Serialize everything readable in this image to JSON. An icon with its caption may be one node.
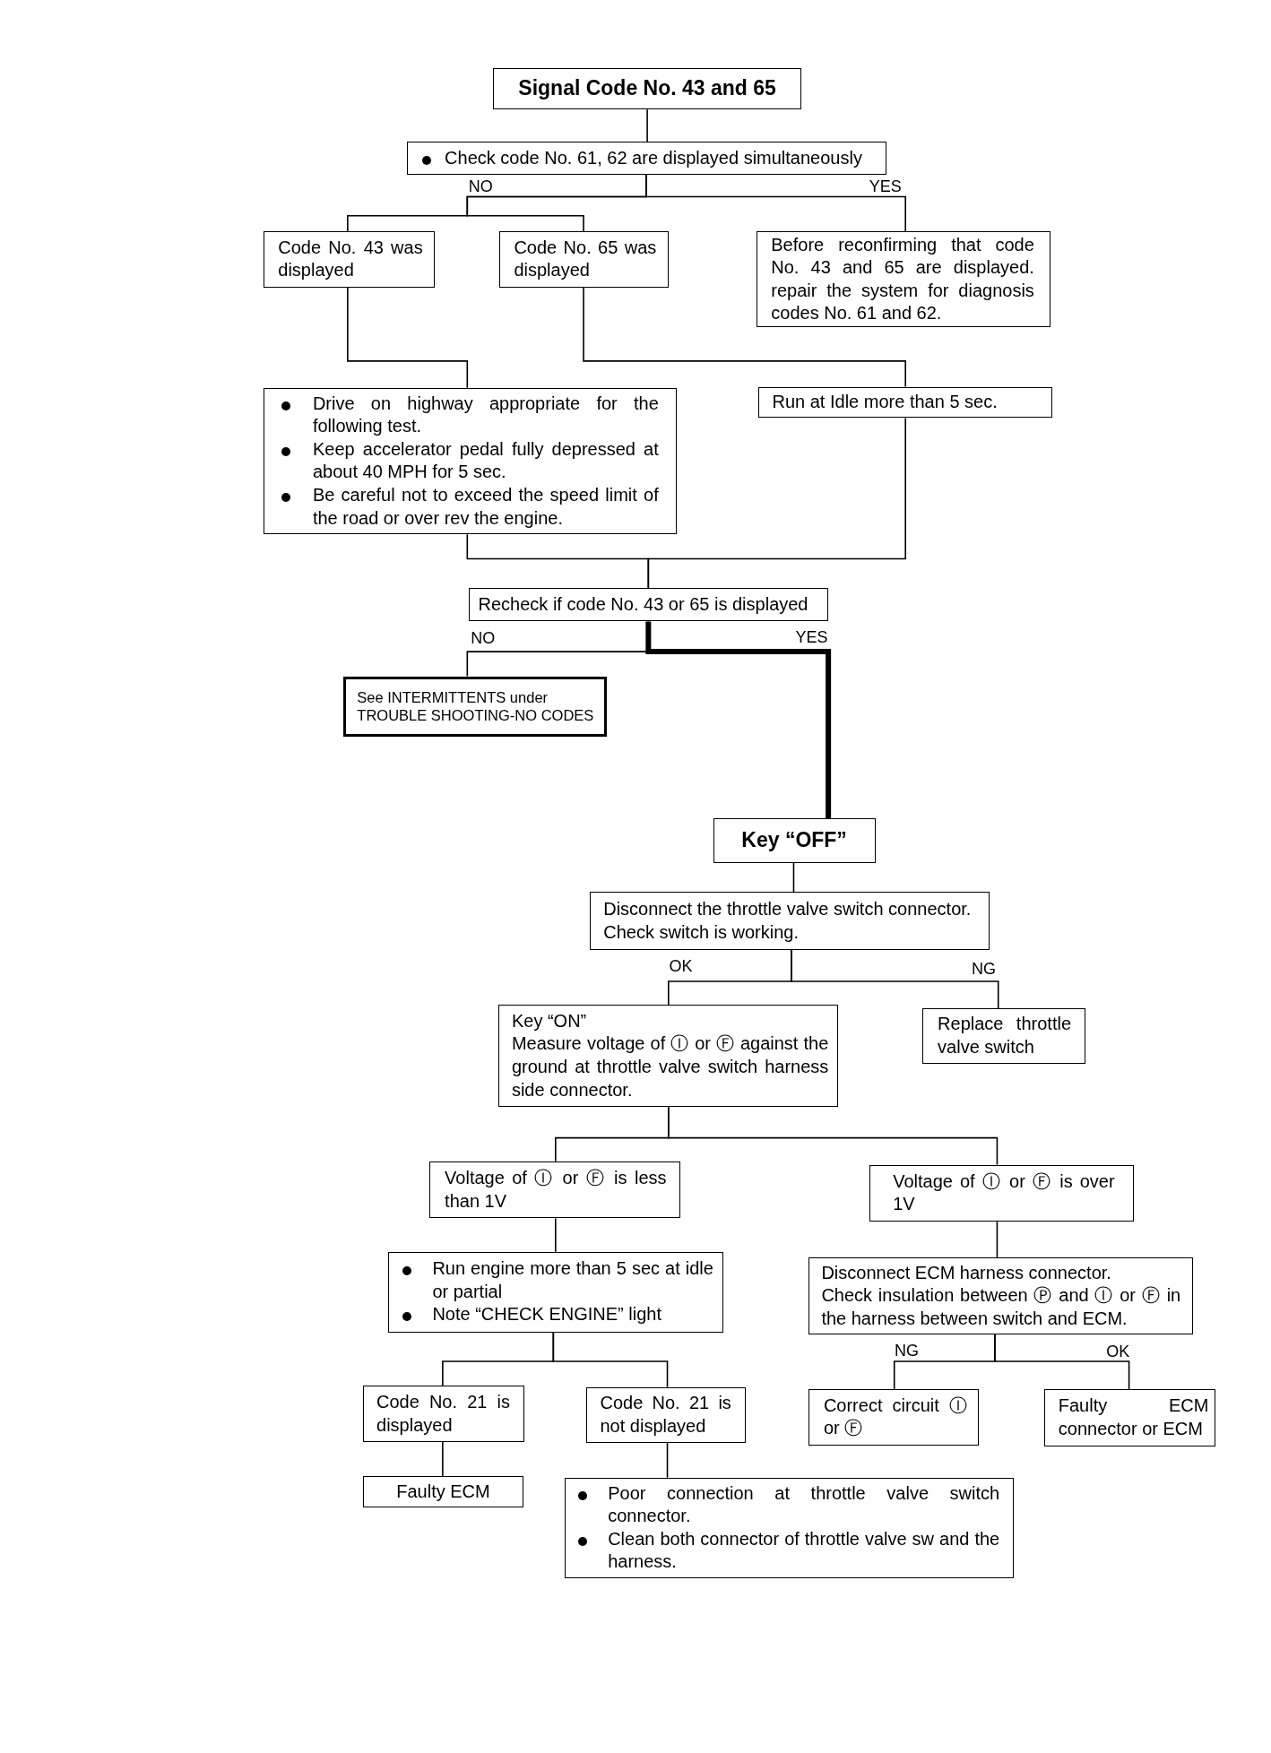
{
  "diagram": {
    "nodes": [
      {
        "text": [
          "Signal Code No. 43 and 65"
        ]
      },
      {
        "text": [
          "Check code No. 61, 62 are displayed simultaneously"
        ]
      },
      {
        "text": [
          "Code No. 43 was displayed"
        ]
      },
      {
        "text": [
          "Code No. 65 was displayed"
        ]
      },
      {
        "text": [
          "Before reconfirming that code No. 43 and 65 are displayed. repair the system for diagnosis codes No. 61 and 62."
        ]
      },
      {
        "text": [
          "Drive on highway appropriate for the following test.",
          "Keep accelerator pedal fully depressed at about 40 MPH for 5 sec.",
          "Be careful not to exceed the speed limit of the road or over rev the engine."
        ]
      },
      {
        "text": [
          "Run at Idle more than 5 sec."
        ]
      },
      {
        "text": [
          "Recheck if code No. 43 or 65 is displayed"
        ]
      },
      {
        "text": [
          "See INTERMITTENTS under TROUBLE SHOOTING-NO CODES"
        ]
      },
      {
        "text": [
          "Key “OFF”"
        ]
      },
      {
        "text": [
          "Disconnect the throttle valve switch connector.",
          "Check switch is working."
        ]
      },
      {
        "text": [
          "Key “ON”",
          "Measure voltage of Ⓘ or Ⓕ against the ground at throttle valve switch harness side connector."
        ]
      },
      {
        "text": [
          "Replace throttle valve switch"
        ]
      },
      {
        "text": [
          "Voltage of Ⓘ or Ⓕ is less than 1V"
        ]
      },
      {
        "text": [
          "Voltage of Ⓘ or Ⓕ is over 1V"
        ]
      },
      {
        "text": [
          "Run engine more than 5 sec at idle or partial",
          "Note “CHECK ENGINE” light"
        ]
      },
      {
        "text": [
          "Disconnect ECM harness connector.",
          "Check insulation between Ⓟ and Ⓘ or Ⓕ in the harness between switch and ECM."
        ]
      },
      {
        "text": [
          "Code No. 21 is displayed"
        ]
      },
      {
        "text": [
          "Code No. 21 is not displayed"
        ]
      },
      {
        "text": [
          "Correct circuit Ⓘ or Ⓕ"
        ]
      },
      {
        "text": [
          "Faulty ECM connector or ECM"
        ]
      },
      {
        "text": [
          "Faulty ECM"
        ]
      },
      {
        "text": [
          "Poor connection at throttle valve switch connector.",
          "Clean both connector of throttle valve sw and the harness."
        ]
      }
    ],
    "edges": [
      {
        "from": 0,
        "to": 1,
        "arrow": "none"
      },
      {
        "from": 1,
        "to": 2,
        "arrow": "none",
        "label": "NO"
      },
      {
        "from": 1,
        "to": 3,
        "arrow": "none"
      },
      {
        "from": 1,
        "to": 4,
        "arrow": "none",
        "label": "YES"
      },
      {
        "from": 2,
        "to": 5,
        "arrow": "none"
      },
      {
        "from": 3,
        "to": 6,
        "arrow": "none"
      },
      {
        "from": 5,
        "to": 7,
        "arrow": "none"
      },
      {
        "from": 6,
        "to": 7,
        "arrow": "none"
      },
      {
        "from": 7,
        "to": 8,
        "arrow": "none",
        "label": "NO"
      },
      {
        "from": 7,
        "to": 9,
        "arrow": "none",
        "label": "YES",
        "style": "thick"
      },
      {
        "from": 9,
        "to": 10,
        "arrow": "none"
      },
      {
        "from": 10,
        "to": 11,
        "arrow": "none",
        "label": "OK"
      },
      {
        "from": 10,
        "to": 12,
        "arrow": "none",
        "label": "NG"
      },
      {
        "from": 11,
        "to": 13,
        "arrow": "none"
      },
      {
        "from": 11,
        "to": 14,
        "arrow": "none"
      },
      {
        "from": 13,
        "to": 15,
        "arrow": "none"
      },
      {
        "from": 14,
        "to": 16,
        "arrow": "none"
      },
      {
        "from": 15,
        "to": 17,
        "arrow": "none"
      },
      {
        "from": 15,
        "to": 18,
        "arrow": "none"
      },
      {
        "from": 16,
        "to": 19,
        "arrow": "none",
        "label": "NG"
      },
      {
        "from": 16,
        "to": 20,
        "arrow": "none",
        "label": "OK"
      },
      {
        "from": 17,
        "to": 21,
        "arrow": "none"
      },
      {
        "from": 18,
        "to": 22,
        "arrow": "none"
      }
    ]
  }
}
